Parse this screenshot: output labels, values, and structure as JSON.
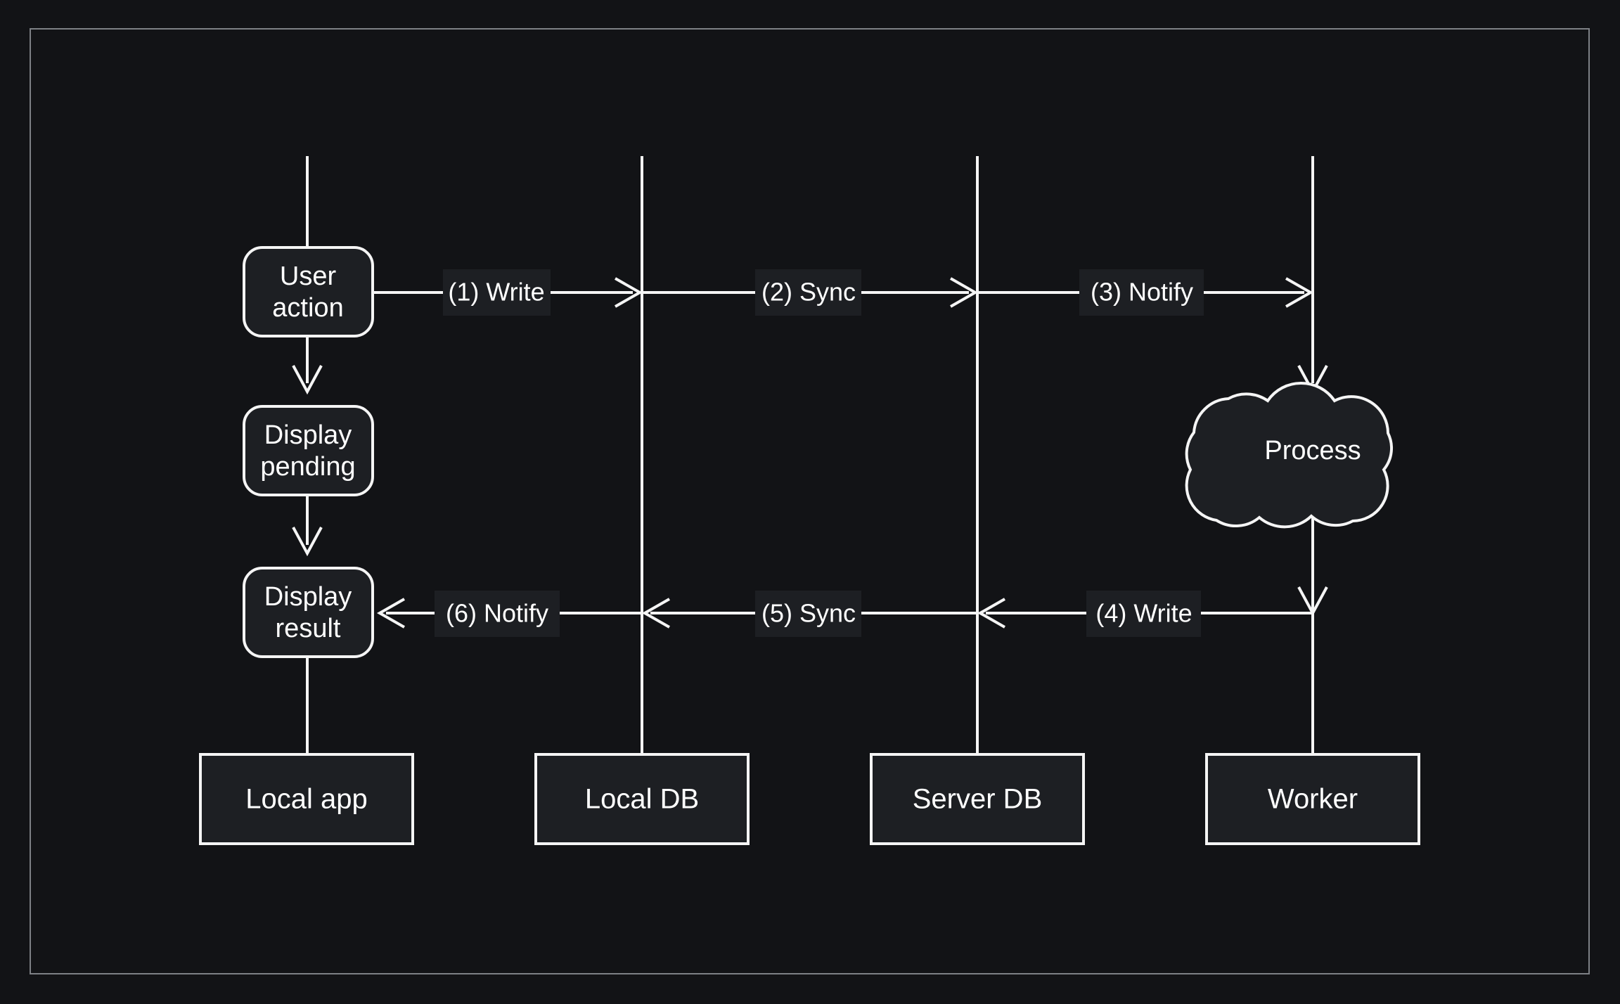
{
  "canvas": {
    "background_color": "#121316",
    "frame_border_color": "#7d8085",
    "stroke_color": "#f5f5f5",
    "node_fill_color": "#1d1f23",
    "text_color": "#ffffff"
  },
  "diagram": {
    "type": "sequence-diagram",
    "participants": [
      {
        "id": "local-app",
        "label": "Local app"
      },
      {
        "id": "local-db",
        "label": "Local DB"
      },
      {
        "id": "server-db",
        "label": "Server DB"
      },
      {
        "id": "worker",
        "label": "Worker"
      }
    ],
    "nodes": [
      {
        "id": "user-action",
        "label_line1": "User",
        "label_line2": "action",
        "shape": "rounded-rect",
        "participant": "local-app"
      },
      {
        "id": "display-pending",
        "label_line1": "Display",
        "label_line2": "pending",
        "shape": "rounded-rect",
        "participant": "local-app"
      },
      {
        "id": "display-result",
        "label_line1": "Display",
        "label_line2": "result",
        "shape": "rounded-rect",
        "participant": "local-app"
      },
      {
        "id": "process",
        "label_line1": "Process",
        "label_line2": "",
        "shape": "cloud",
        "participant": "worker"
      }
    ],
    "messages": [
      {
        "seq": 1,
        "label": "(1) Write",
        "from": "local-app",
        "to": "local-db",
        "direction": "right"
      },
      {
        "seq": 2,
        "label": "(2) Sync",
        "from": "local-db",
        "to": "server-db",
        "direction": "right"
      },
      {
        "seq": 3,
        "label": "(3) Notify",
        "from": "server-db",
        "to": "worker",
        "direction": "right"
      },
      {
        "seq": 4,
        "label": "(4) Write",
        "from": "worker",
        "to": "server-db",
        "direction": "left"
      },
      {
        "seq": 5,
        "label": "(5) Sync",
        "from": "server-db",
        "to": "local-db",
        "direction": "left"
      },
      {
        "seq": 6,
        "label": "(6) Notify",
        "from": "local-db",
        "to": "local-app",
        "direction": "left"
      }
    ],
    "vertical_flows": [
      {
        "from": "user-action",
        "to": "display-pending"
      },
      {
        "from": "display-pending",
        "to": "display-result"
      }
    ]
  }
}
